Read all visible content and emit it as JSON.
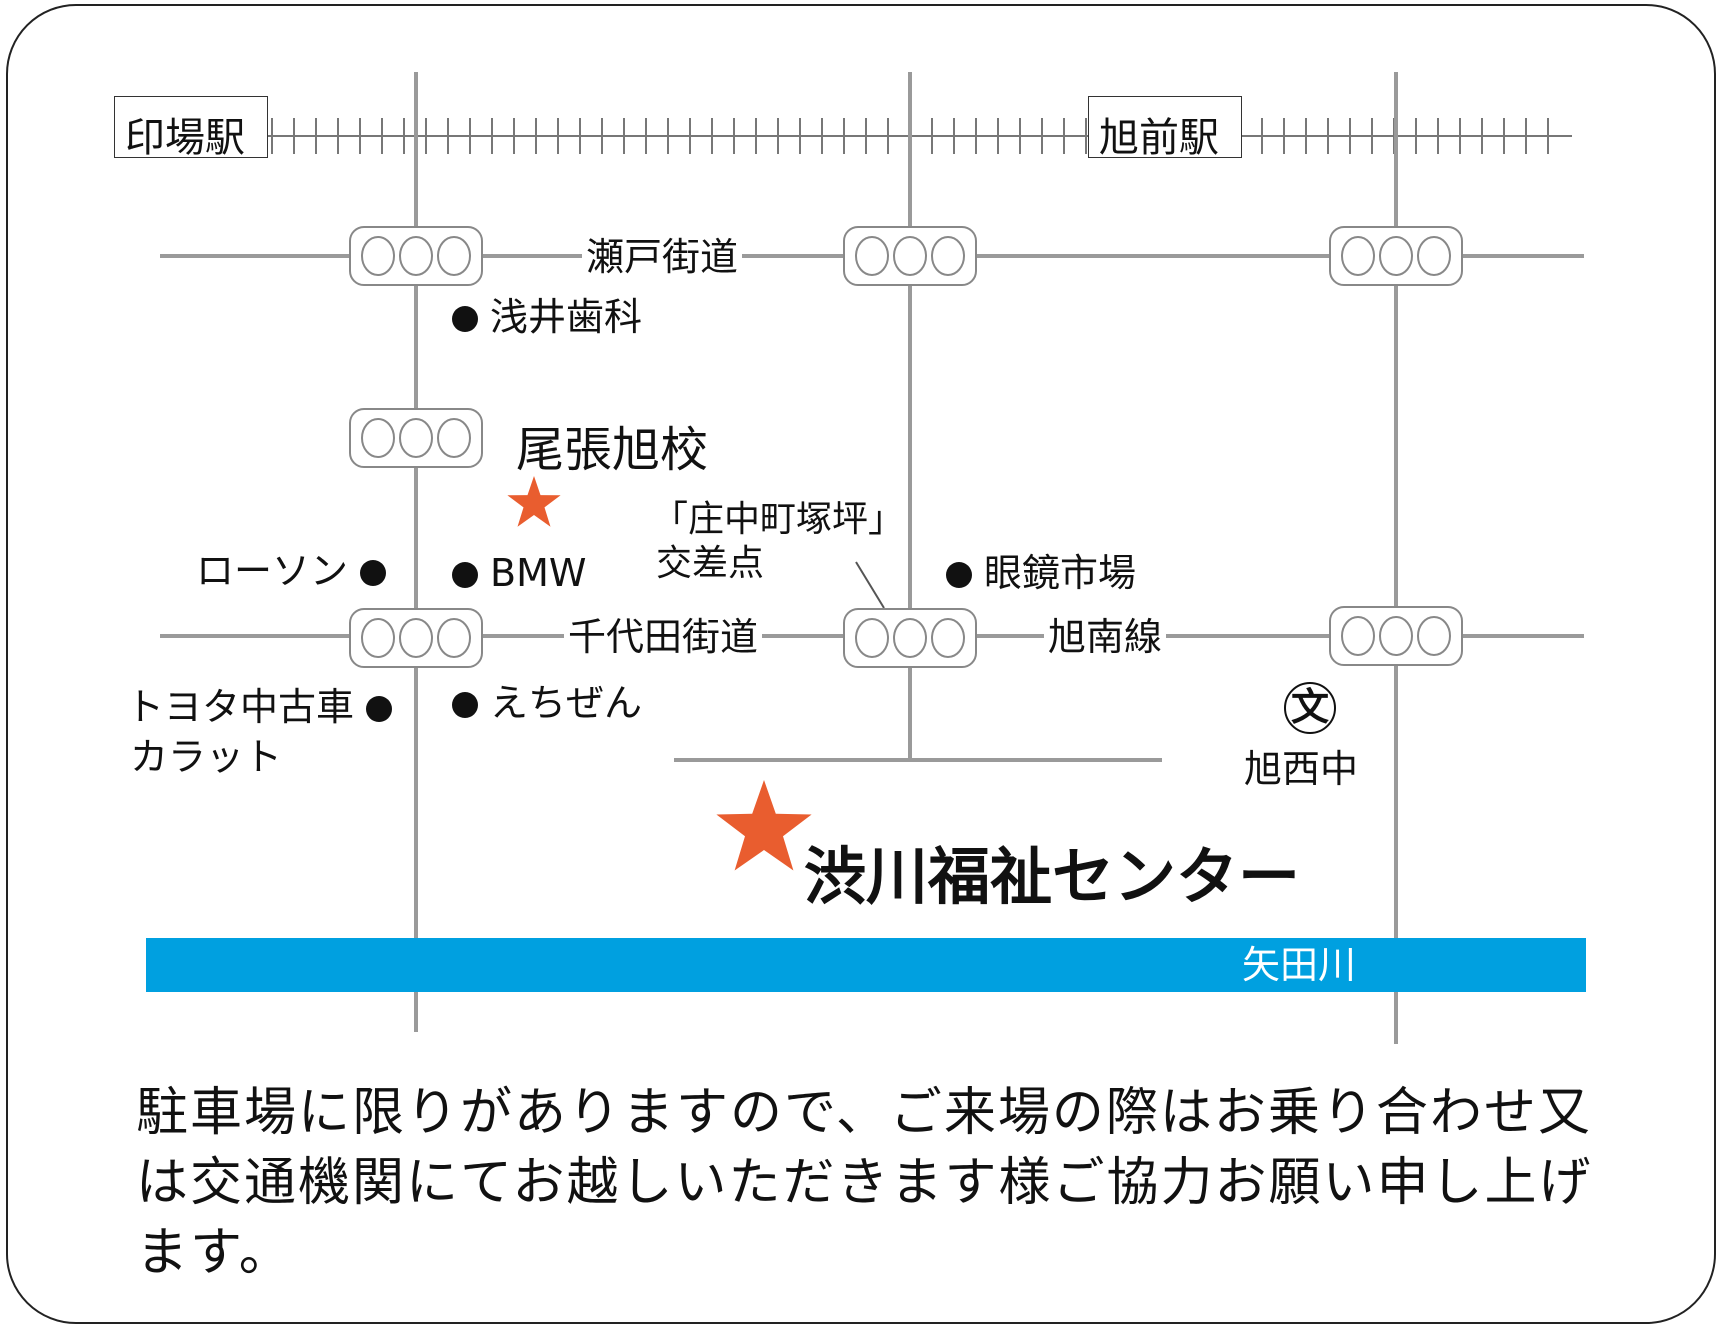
{
  "stations": {
    "left": "印場駅",
    "right": "旭前駅"
  },
  "roads": {
    "seto": "瀬戸街道",
    "chiyoda": "千代田街道",
    "asahi_minami": "旭南線"
  },
  "intersection": {
    "line1": "「庄中町塚坪」",
    "line2": "交差点"
  },
  "landmarks": {
    "asai": "浅井歯科",
    "owari": "尾張旭校",
    "lawson": "ローソン",
    "bmw": "BMW",
    "megane": "眼鏡市場",
    "toyota_line1": "トヨタ中古車",
    "toyota_line2": "カラット",
    "echizen": "えちぜん",
    "school_symbol": "文",
    "school": "旭西中"
  },
  "destination": "渋川福祉センター",
  "river": "矢田川",
  "note": "駐車場に限りがありますので、ご来場の際はお乗り合わせ又は交通機関にてお越しいただきます様ご協力お願い申し上げます。",
  "colors": {
    "star": "#e95d2f",
    "river": "#00a0e0",
    "road": "#9a9a9a"
  },
  "icons": {
    "traffic_light": "traffic-light-icon",
    "star": "star-icon",
    "school": "school-icon"
  }
}
